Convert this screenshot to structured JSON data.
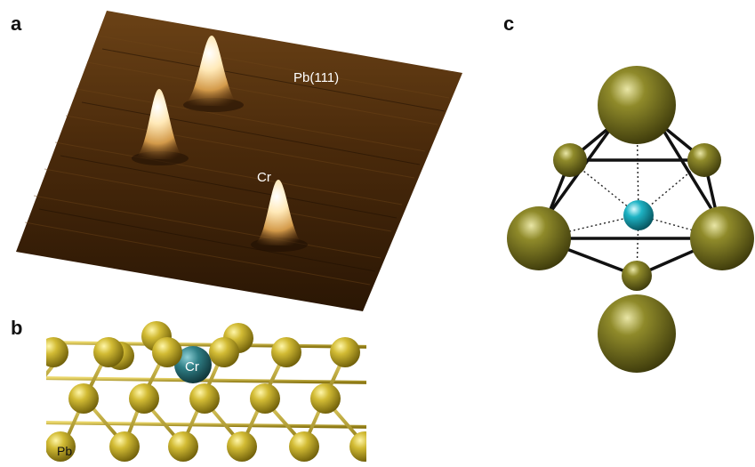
{
  "panels": {
    "a": {
      "letter": "a",
      "surface_label": "Pb(111)",
      "adatom_label": "Cr"
    },
    "b": {
      "letter": "b",
      "adatom_label": "Cr",
      "substrate_label": "Pb"
    },
    "c": {
      "letter": "c"
    }
  },
  "colors": {
    "substrate_dark": "#2a1604",
    "substrate_mid": "#5a3410",
    "peak_bright": "#fff6e0",
    "pb_atom": "#b7a32a",
    "pb_atom_c": "#6b6516",
    "cr_atom_b": "#2f7f86",
    "cr_atom_c": "#1eb3c4"
  }
}
